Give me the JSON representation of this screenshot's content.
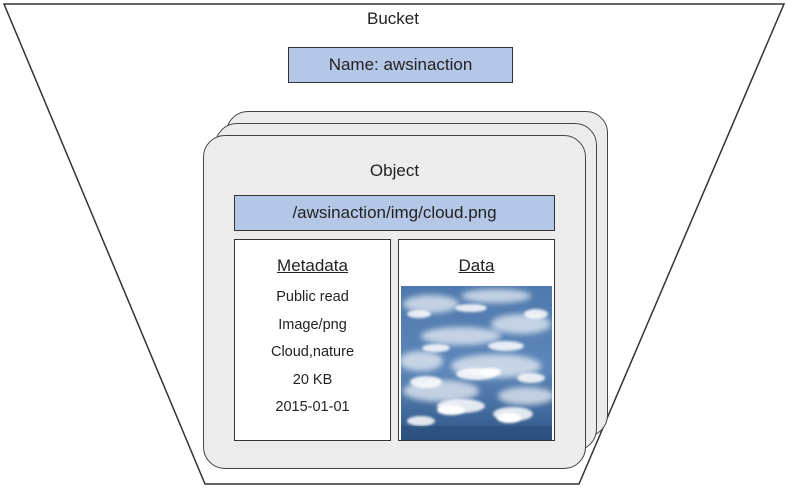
{
  "bucket": {
    "title": "Bucket",
    "name_label": "Name: awsinaction"
  },
  "object": {
    "title": "Object",
    "key": "/awsinaction/img/cloud.png",
    "metadata": {
      "title": "Metadata",
      "items": [
        "Public read",
        "Image/png",
        "Cloud,nature",
        "20 KB",
        "2015-01-01"
      ]
    },
    "data": {
      "title": "Data",
      "image": "cloudy-sky-photo"
    }
  },
  "colors": {
    "label_fill": "#b4c7e7",
    "card_fill": "#ececec",
    "outline": "#333333"
  }
}
